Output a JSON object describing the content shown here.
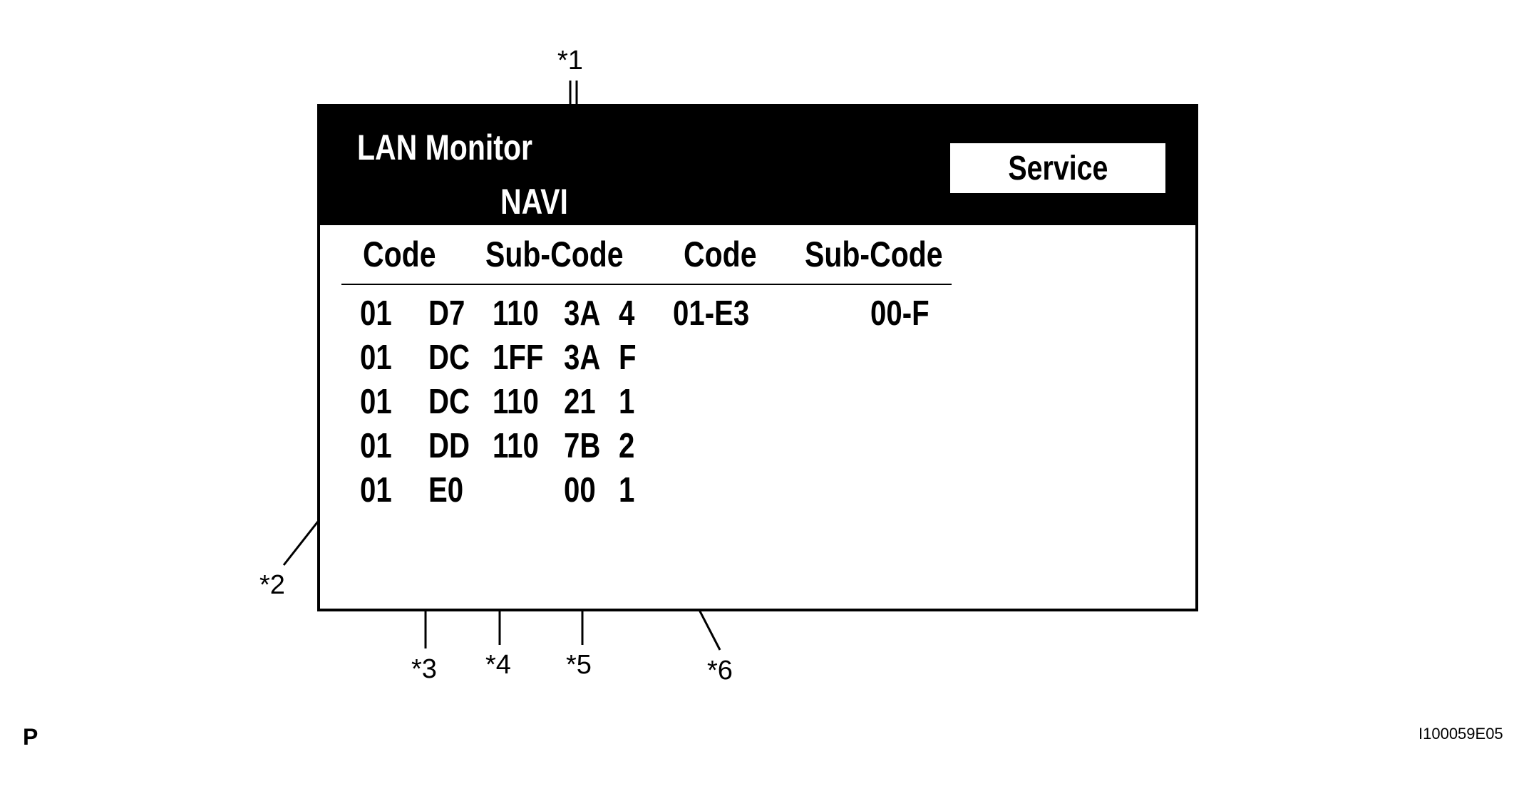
{
  "screen": {
    "title": "LAN Monitor",
    "source": "NAVI",
    "service_button": "Service",
    "headers": [
      "Code",
      "Sub-Code",
      "Code",
      "Sub-Code"
    ]
  },
  "history_rows": [
    {
      "code_a": "01",
      "code_b": "D7",
      "sub_a": "110",
      "sub_b": "3A",
      "sub_c": "4"
    },
    {
      "code_a": "01",
      "code_b": "DC",
      "sub_a": "1FF",
      "sub_b": "3A",
      "sub_c": "F"
    },
    {
      "code_a": "01",
      "code_b": "DC",
      "sub_a": "110",
      "sub_b": "21",
      "sub_c": "1"
    },
    {
      "code_a": "01",
      "code_b": "DD",
      "sub_a": "110",
      "sub_b": "7B",
      "sub_c": "2"
    },
    {
      "code_a": "01",
      "code_b": "E0",
      "sub_a": "",
      "sub_b": "00",
      "sub_c": "1"
    }
  ],
  "current_row": {
    "code": "01-E3",
    "sub_code": "00-F"
  },
  "callouts": [
    "*1",
    "*2",
    "*3",
    "*4",
    "*5",
    "*6"
  ],
  "corner_letter": "P",
  "figure_id": "I100059E05"
}
